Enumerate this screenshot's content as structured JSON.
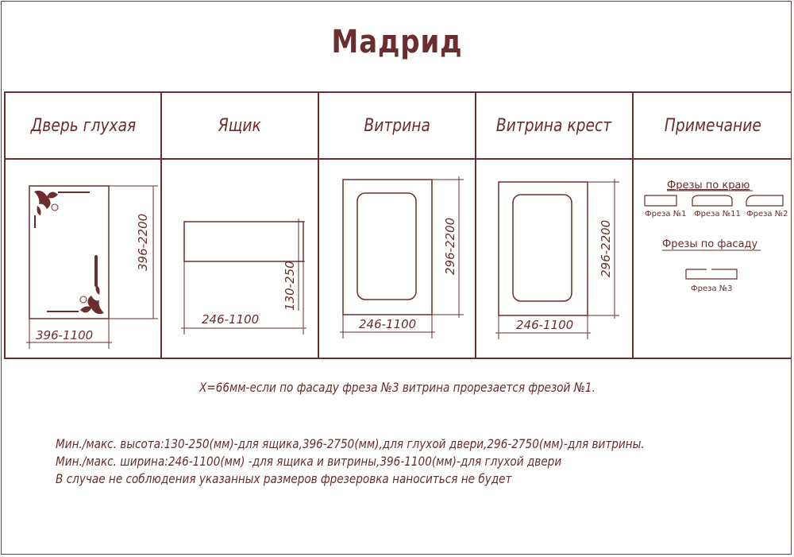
{
  "title": "Мадрид",
  "columns": [
    {
      "header": "Дверь глухая",
      "dim_h": "396-2200",
      "dim_w": "396-1100"
    },
    {
      "header": "Ящик",
      "dim_h": "130-250",
      "dim_w": "246-1100"
    },
    {
      "header": "Витрина",
      "dim_h": "296-2200",
      "dim_w": "246-1100"
    },
    {
      "header": "Витрина крест",
      "dim_h": "296-2200",
      "dim_w": "246-1100"
    },
    {
      "header": "Примечание"
    }
  ],
  "note_column": {
    "edge_title": "Фрезы по краю",
    "edge_cutters": [
      "Фреза №1",
      "Фреза №11",
      "Фреза №2"
    ],
    "face_title": "Фрезы по фасаду",
    "face_cutter": "Фреза №3"
  },
  "x_note": "X=66мм-если по фасаду фреза №3 витрина прорезается фрезой №1.",
  "notes": [
    "Мин./макс. высота:130-250(мм)-для ящика,396-2750(мм),для глухой двери,296-2750(мм)-для витрины.",
    "Мин./макс. ширина:246-1100(мм) -для ящика и витрины,396-1100(мм)-для глухой двери",
    "В случае не соблюдения указанных размеров фрезеровка наноситься не будет"
  ],
  "colors": {
    "ink": "#6b2d2d"
  }
}
